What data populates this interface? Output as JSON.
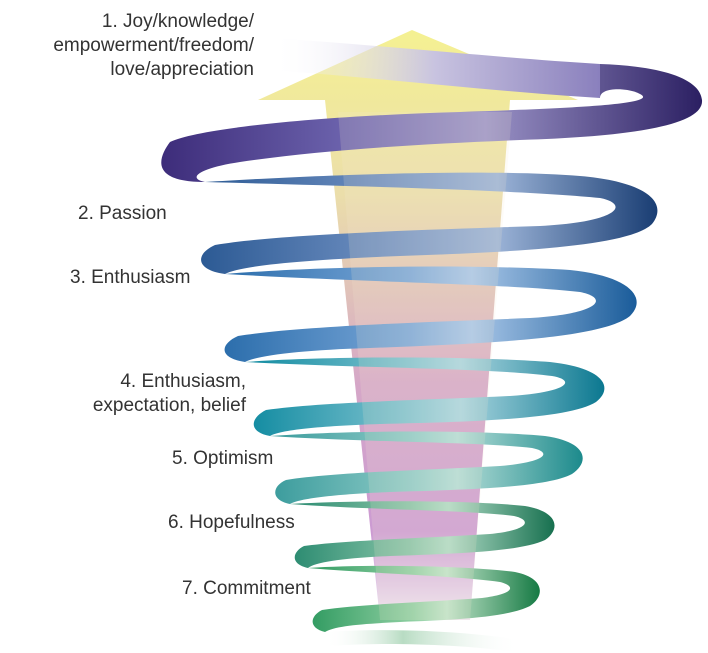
{
  "labels": {
    "joy_1": "1. Joy/knowledge/",
    "joy_2": "empowerment/freedom/",
    "joy_3": "love/appreciation",
    "passion": "2. Passion",
    "enthusiasm": "3. Enthusiasm",
    "belief_1": "4. Enthusiasm,",
    "belief_2": "expectation, belief",
    "optimism": "5. Optimism",
    "hopefulness": "6. Hopefulness",
    "commitment": "7. Commitment"
  },
  "colors": {
    "arrow_top": "#f2ee8a",
    "arrow_bottom": "#c98ed0",
    "coil_1": "#3b2f78",
    "coil_2": "#2f5a93",
    "coil_3": "#2b6eaa",
    "coil_4": "#1f8ea0",
    "coil_5": "#3a9a9a",
    "coil_6": "#2d8c77",
    "coil_7": "#2e9a62"
  }
}
